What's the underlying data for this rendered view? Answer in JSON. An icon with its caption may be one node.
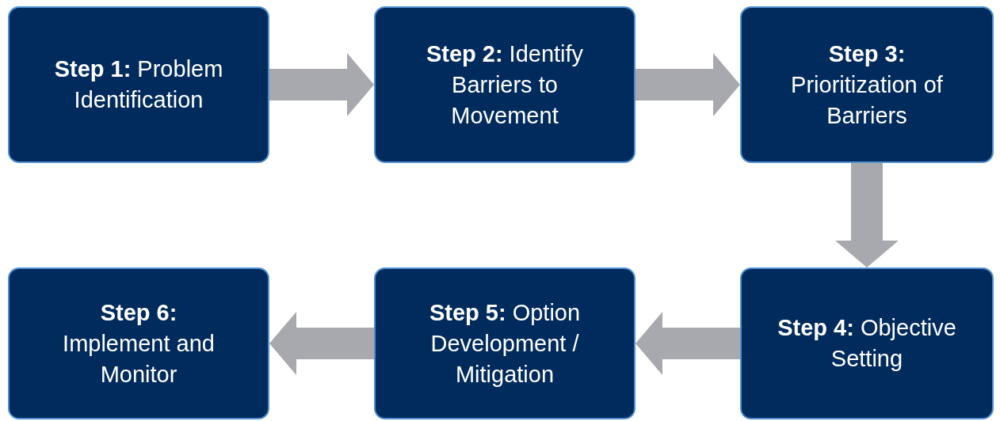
{
  "diagram": {
    "nodes": [
      {
        "text": [
          "**Step 1:** Problem Identification"
        ]
      },
      {
        "text": [
          "**Step 2:** Identify Barriers to Movement"
        ]
      },
      {
        "text": [
          "**Step 3:** Prioritization of Barriers"
        ]
      },
      {
        "text": [
          "**Step 4:** Objective Setting"
        ]
      },
      {
        "text": [
          "**Step 5:** Option Development / Mitigation"
        ]
      },
      {
        "text": [
          "**Step 6:** Implement and Monitor"
        ]
      }
    ],
    "edges": [
      {
        "from": 0,
        "to": 1,
        "arrow": "to"
      },
      {
        "from": 1,
        "to": 2,
        "arrow": "to"
      },
      {
        "from": 2,
        "to": 3,
        "arrow": "to"
      },
      {
        "from": 3,
        "to": 4,
        "arrow": "to"
      },
      {
        "from": 4,
        "to": 5,
        "arrow": "to"
      }
    ]
  }
}
